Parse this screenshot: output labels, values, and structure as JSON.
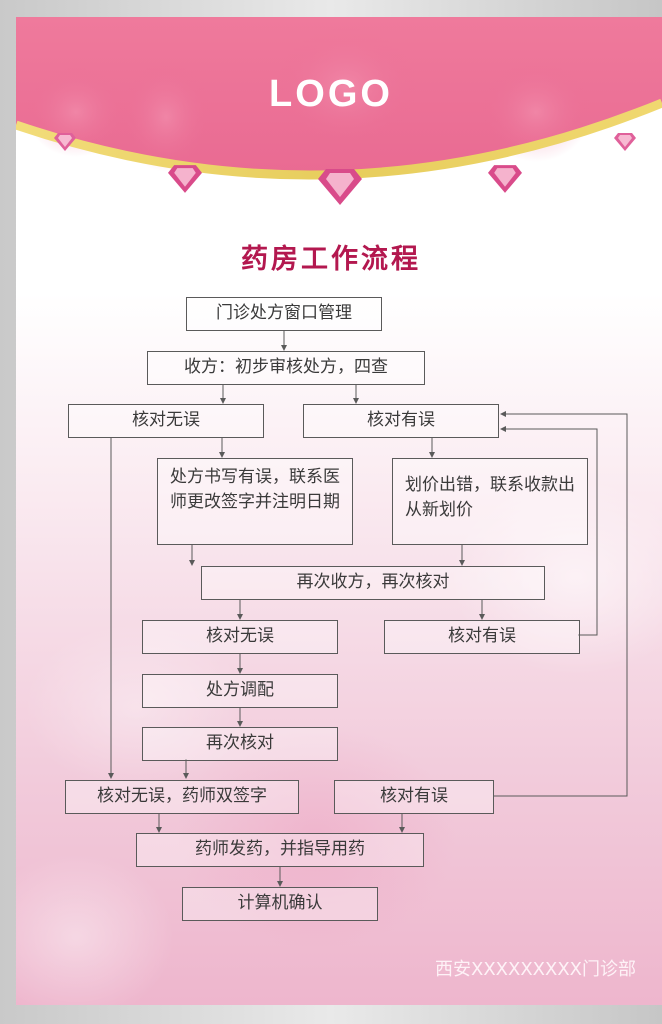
{
  "header": {
    "logo_text": "LOGO",
    "colors": {
      "banner": "#ec7398",
      "gold_band": "#e8cf63",
      "gem": "#e0609a"
    }
  },
  "title": "药房工作流程",
  "flow": {
    "nodes": {
      "window": "门诊处方窗口管理",
      "receive": "收方：初步审核处方，四查",
      "check1_ok": "核对无误",
      "check1_err": "核对有误",
      "rx_error": "处方书写有误，联系医师更改签字并注明日期",
      "price_error": "划价出错，联系收款出从新划价",
      "receive_again": "再次收方，再次核对",
      "check2_ok": "核对无误",
      "check2_err": "核对有误",
      "dispense": "处方调配",
      "recheck": "再次核对",
      "check3_ok": "核对无误，药师双签字",
      "check3_err": "核对有误",
      "give": "药师发药，并指导用药",
      "confirm": "计算机确认"
    },
    "line_color": "#5a5a5a"
  },
  "footer": {
    "text": "西安XXXXXXXXX门诊部"
  }
}
